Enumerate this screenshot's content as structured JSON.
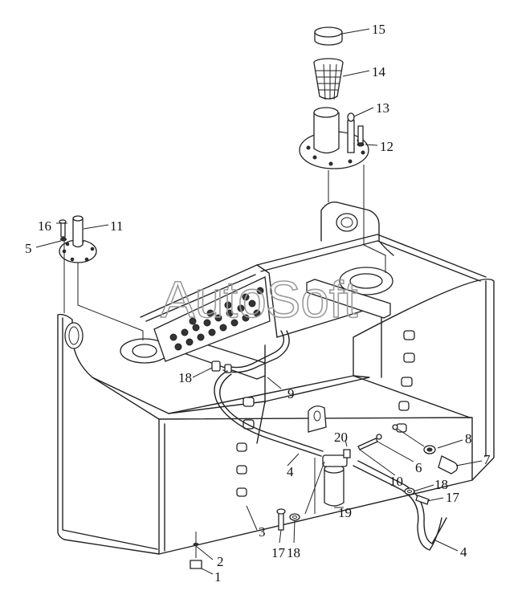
{
  "watermark": "AutoSoft",
  "callouts": {
    "c1": "1",
    "c2": "2",
    "c3": "3",
    "c4a": "4",
    "c4b": "4",
    "c5": "5",
    "c6": "6",
    "c7": "7",
    "c8": "8",
    "c9": "9",
    "c10": "10",
    "c11": "11",
    "c12": "12",
    "c13": "13",
    "c14": "14",
    "c15": "15",
    "c16": "16",
    "c17a": "17",
    "c17b": "17",
    "c18a": "18",
    "c18b": "18",
    "c18c": "18",
    "c19": "19",
    "c20": "20"
  }
}
